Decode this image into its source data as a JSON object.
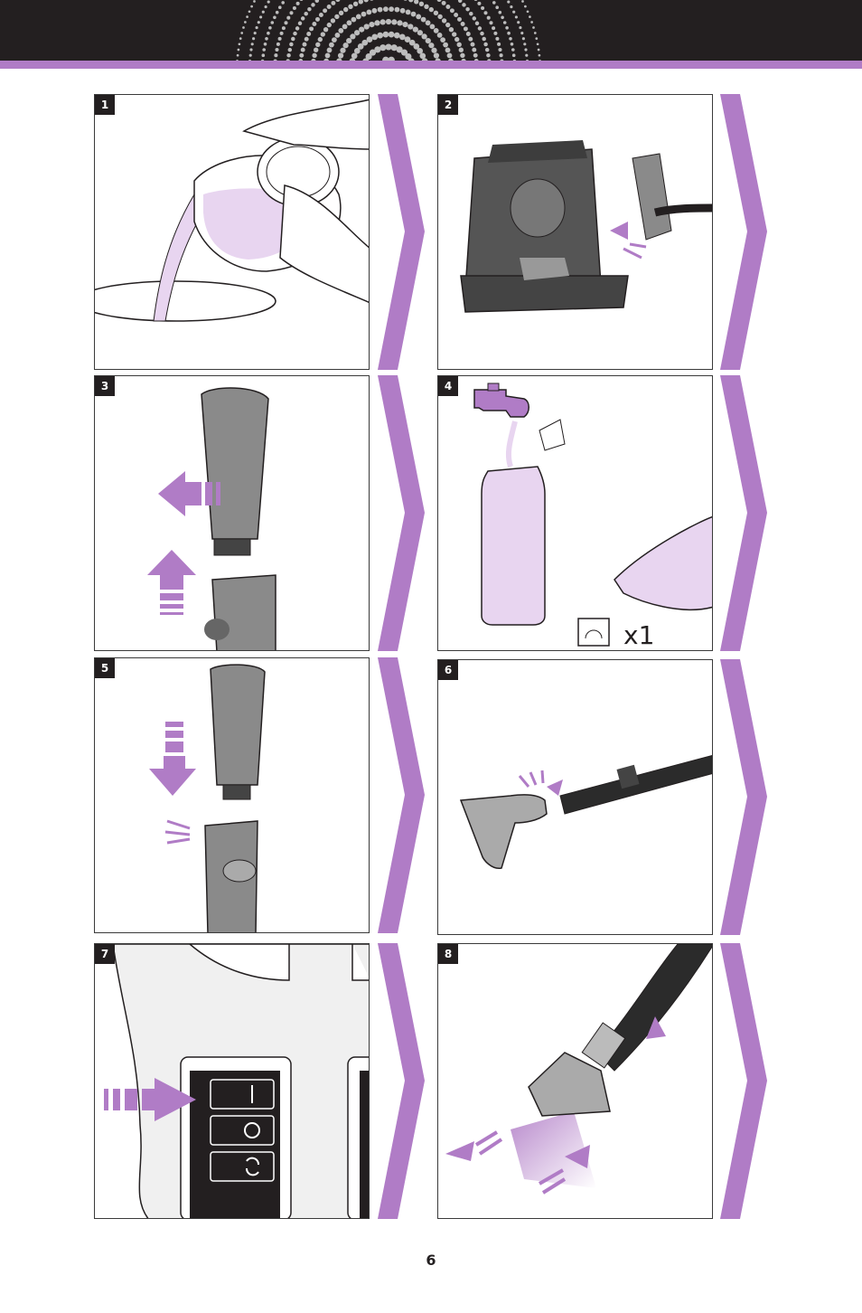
{
  "colors": {
    "accent": "#b07cc6",
    "header_bg": "#231f20",
    "light_purple": "#e8d5f0",
    "grey_device": "#8a8a8a"
  },
  "steps": [
    {
      "number": "1",
      "illustration": "pour-water-into-bowl"
    },
    {
      "number": "2",
      "illustration": "attach-hose-to-unit"
    },
    {
      "number": "3",
      "illustration": "remove-tank-from-holder"
    },
    {
      "number": "4",
      "illustration": "fill-tank-add-detergent"
    },
    {
      "number": "5",
      "illustration": "insert-tank-into-holder"
    },
    {
      "number": "6",
      "illustration": "attach-nozzle-to-tube"
    },
    {
      "number": "7",
      "illustration": "press-power-switch"
    },
    {
      "number": "8",
      "illustration": "move-nozzle-over-surface"
    }
  ],
  "step4_label": "x1",
  "page_number": "6"
}
